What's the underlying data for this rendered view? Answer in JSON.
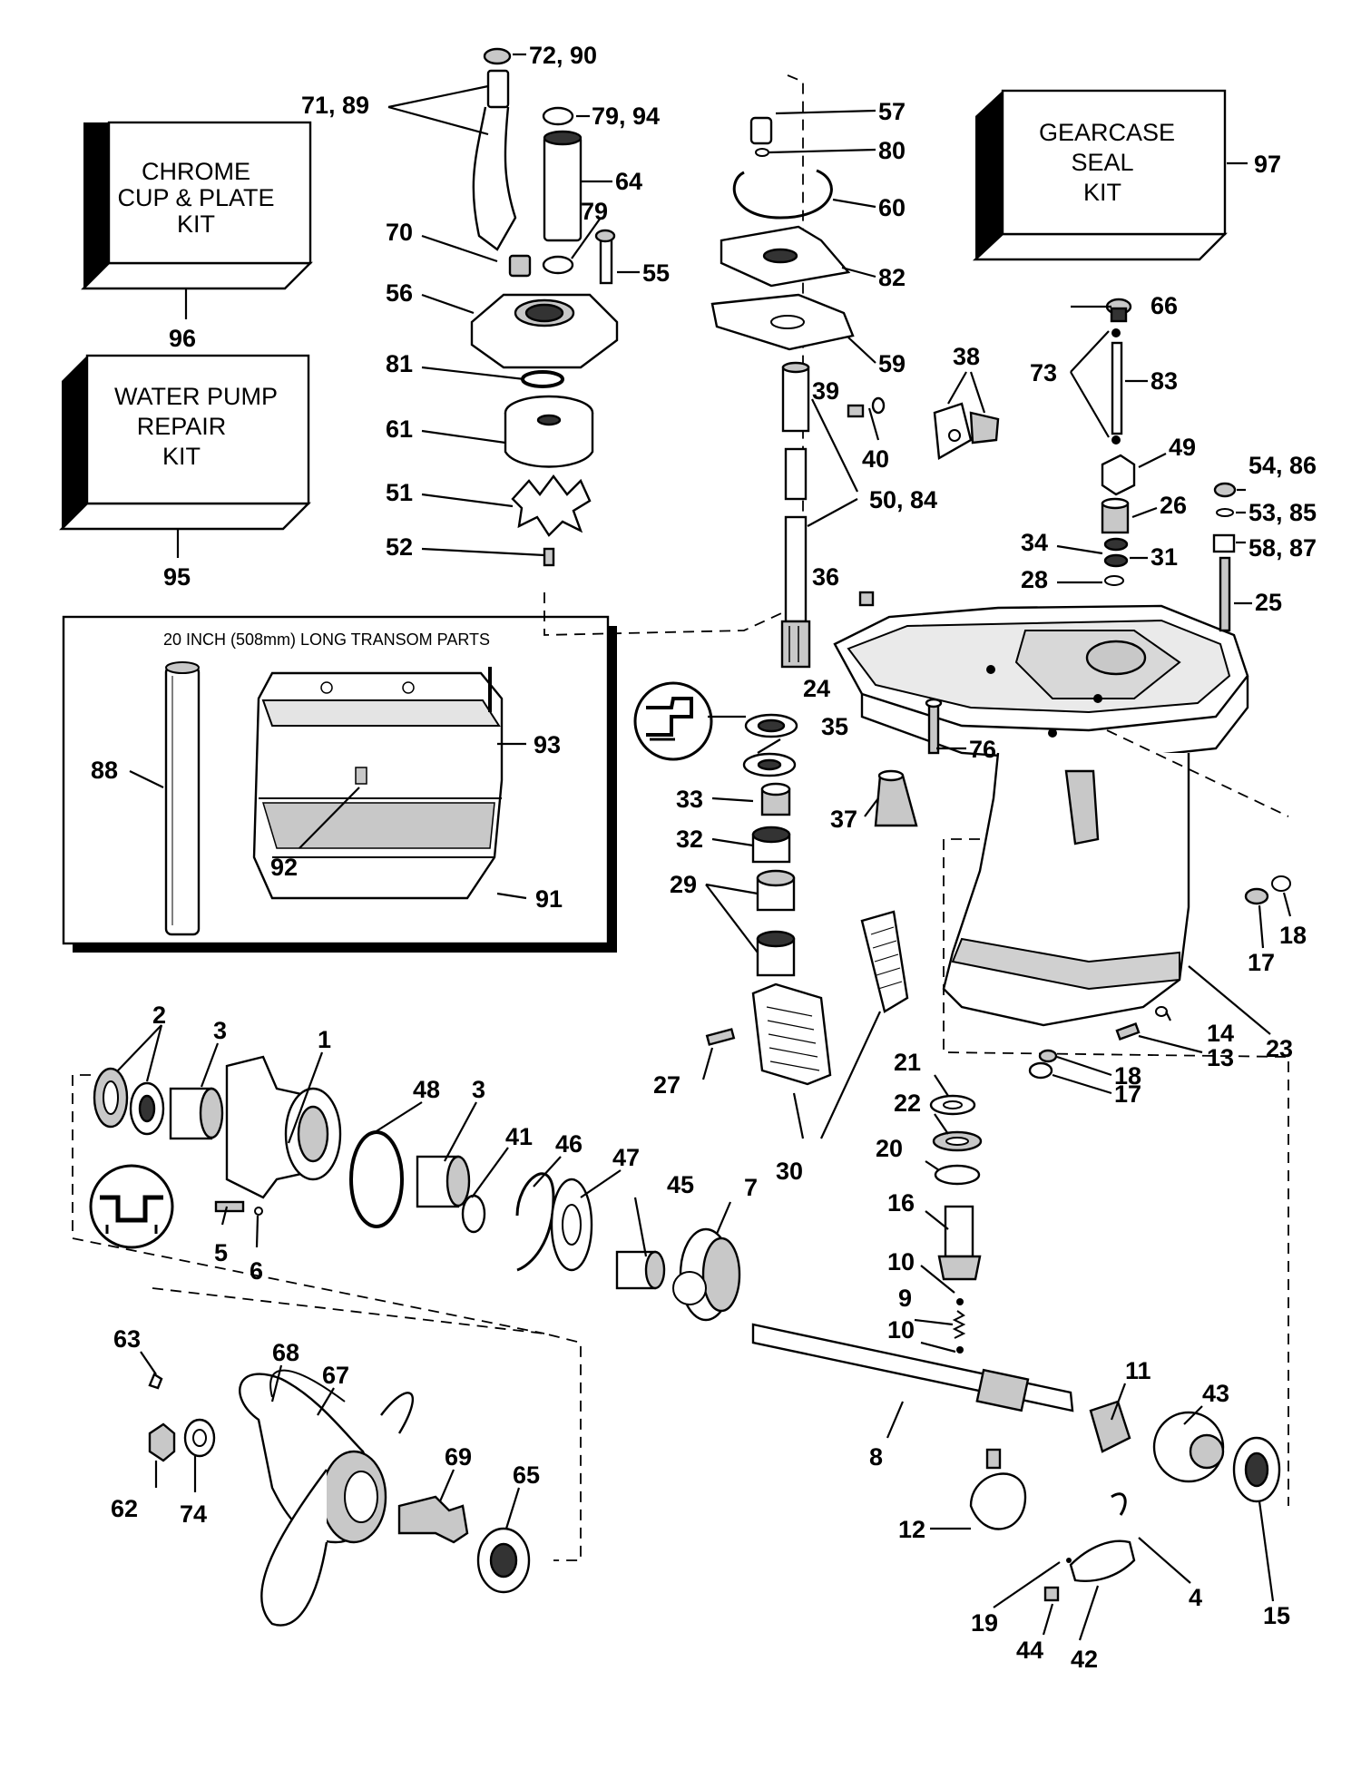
{
  "kits": {
    "chrome_cup": {
      "lines": [
        "CHROME",
        "CUP & PLATE",
        "KIT"
      ],
      "number": "96"
    },
    "water_pump": {
      "lines": [
        "WATER PUMP",
        "REPAIR",
        "KIT"
      ],
      "number": "95"
    },
    "gearcase_seal": {
      "lines": [
        "GEARCASE",
        "SEAL",
        "KIT"
      ],
      "number": "97"
    }
  },
  "transom_panel": {
    "title": "20 INCH (508mm) LONG TRANSOM PARTS",
    "labels": [
      "88",
      "93",
      "92",
      "91"
    ]
  },
  "callouts": {
    "c72_90": "72, 90",
    "c71_89": "71, 89",
    "c79_94": "79, 94",
    "c64": "64",
    "c79": "79",
    "c70": "70",
    "c55": "55",
    "c56": "56",
    "c81": "81",
    "c61": "61",
    "c51": "51",
    "c52": "52",
    "c57": "57",
    "c80": "80",
    "c60": "60",
    "c82": "82",
    "c59": "59",
    "c39": "39",
    "c40": "40",
    "c50_84": "50, 84",
    "c38": "38",
    "c36": "36",
    "c66": "66",
    "c73": "73",
    "c83": "83",
    "c49": "49",
    "c26": "26",
    "c54_86": "54, 86",
    "c53_85": "53, 85",
    "c34": "34",
    "c31": "31",
    "c58_87": "58, 87",
    "c28": "28",
    "c25": "25",
    "c24": "24",
    "c35": "35",
    "c76": "76",
    "c37": "37",
    "c33": "33",
    "c32": "32",
    "c29": "29",
    "c17a": "17",
    "c18a": "18",
    "c23": "23",
    "c14": "14",
    "c13": "13",
    "c18b": "18",
    "c17b": "17",
    "c27": "27",
    "c30": "30",
    "c21": "21",
    "c22": "22",
    "c20": "20",
    "c16": "16",
    "c10a": "10",
    "c9": "9",
    "c10b": "10",
    "c2": "2",
    "c3a": "3",
    "c1": "1",
    "c48": "48",
    "c3b": "3",
    "c41": "41",
    "c46": "46",
    "c47": "47",
    "c45": "45",
    "c7": "7",
    "c5": "5",
    "c6": "6",
    "c63": "63",
    "c68": "68",
    "c67": "67",
    "c69": "69",
    "c65": "65",
    "c62": "62",
    "c74": "74",
    "c8": "8",
    "c11": "11",
    "c43": "43",
    "c12": "12",
    "c4": "4",
    "c15": "15",
    "c19": "19",
    "c44": "44",
    "c42": "42"
  }
}
